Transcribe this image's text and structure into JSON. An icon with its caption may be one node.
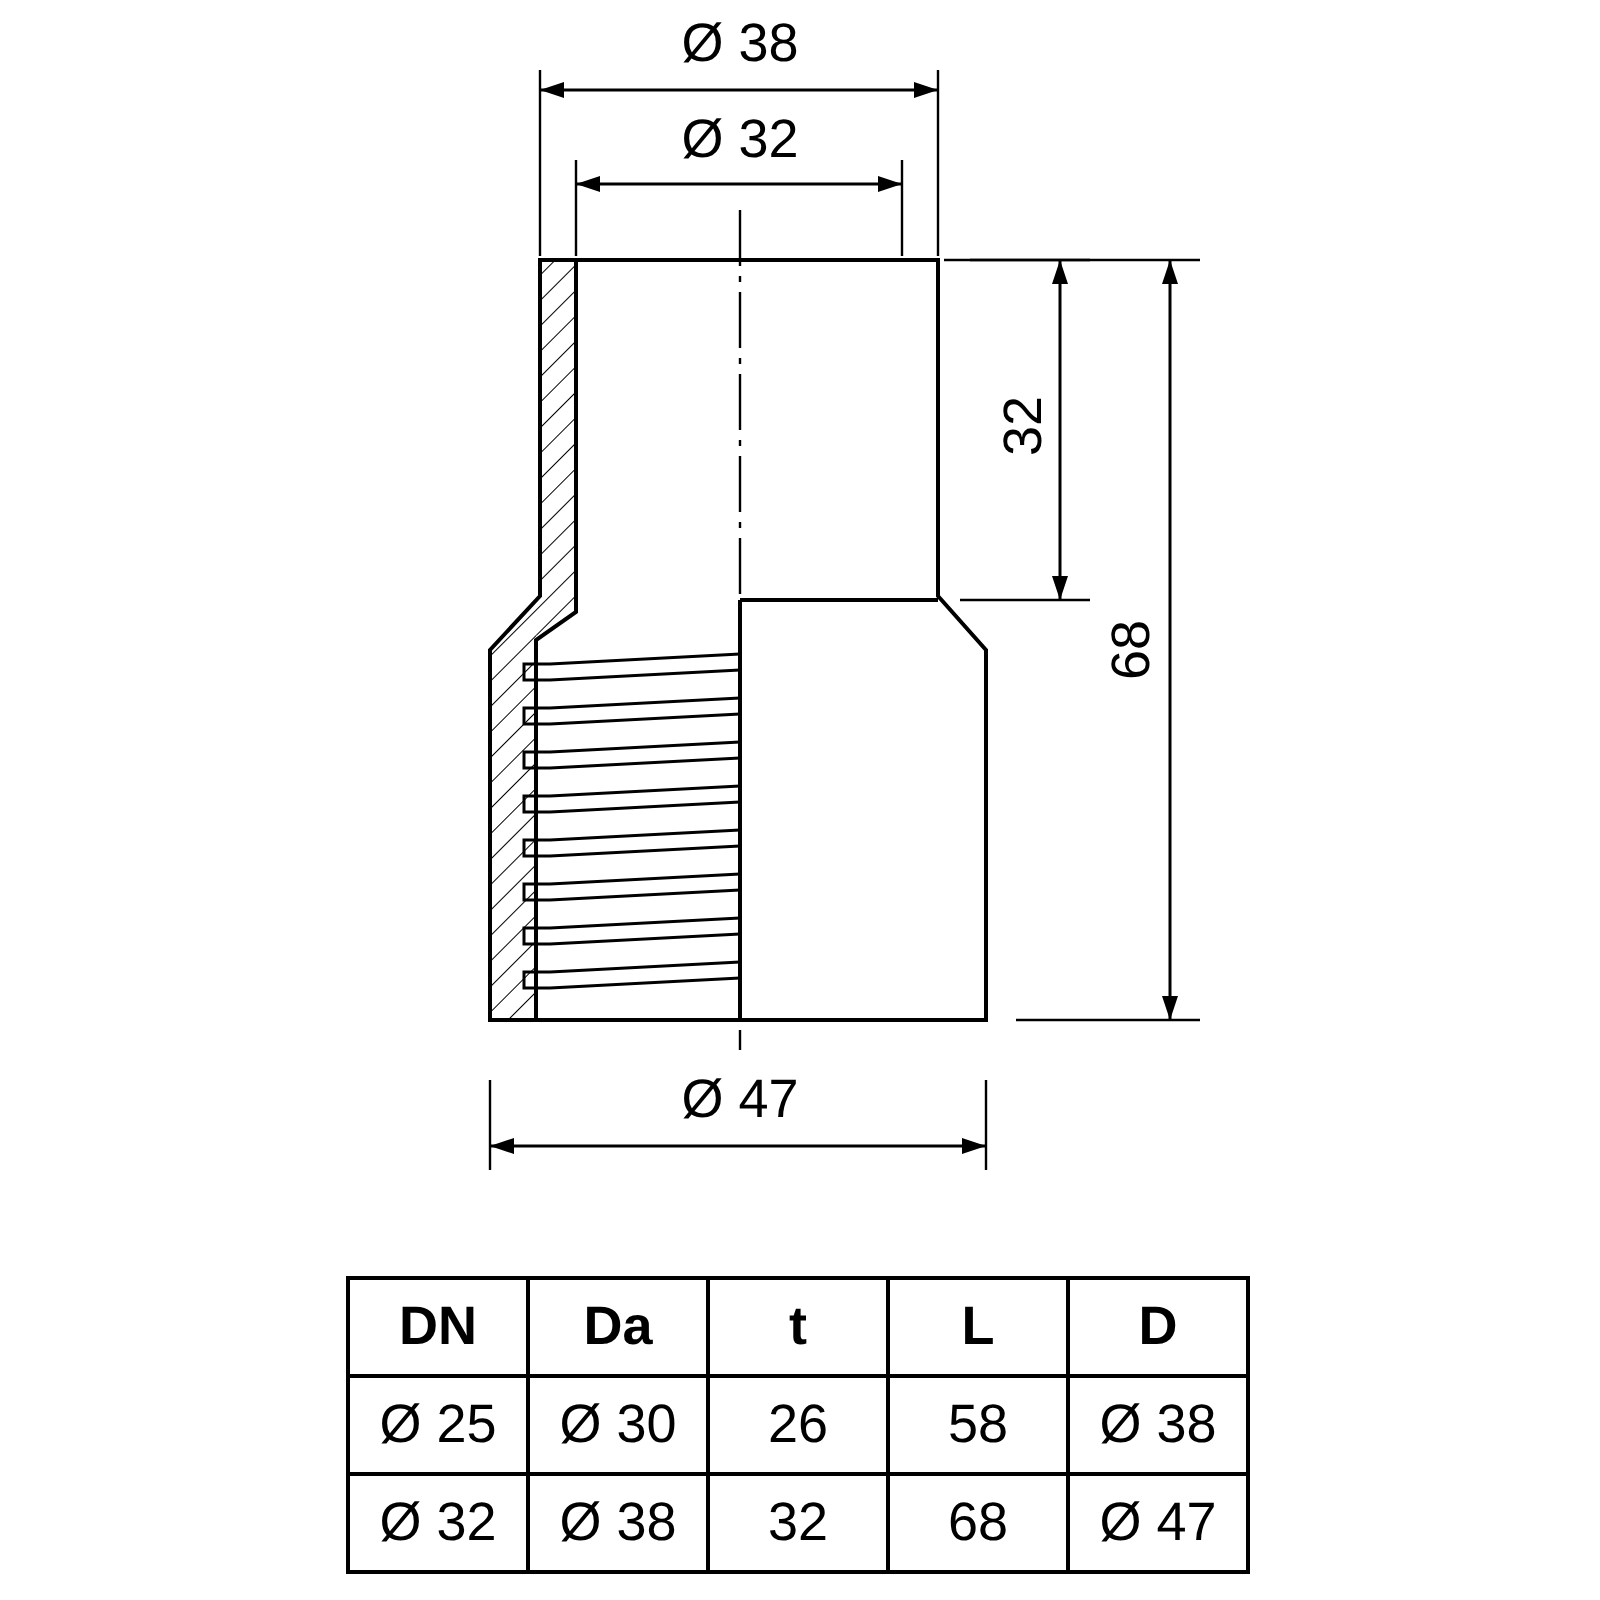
{
  "diagram": {
    "labels": [
      "Ø 38",
      "Ø 32",
      "32",
      "68",
      "Ø 47",
      "DN",
      "Da",
      "t",
      "L",
      "D",
      "Ø 25",
      "Ø 30",
      "26",
      "58",
      "Ø 38",
      "Ø 32",
      "Ø 38",
      "32",
      "68",
      "Ø 47"
    ]
  }
}
